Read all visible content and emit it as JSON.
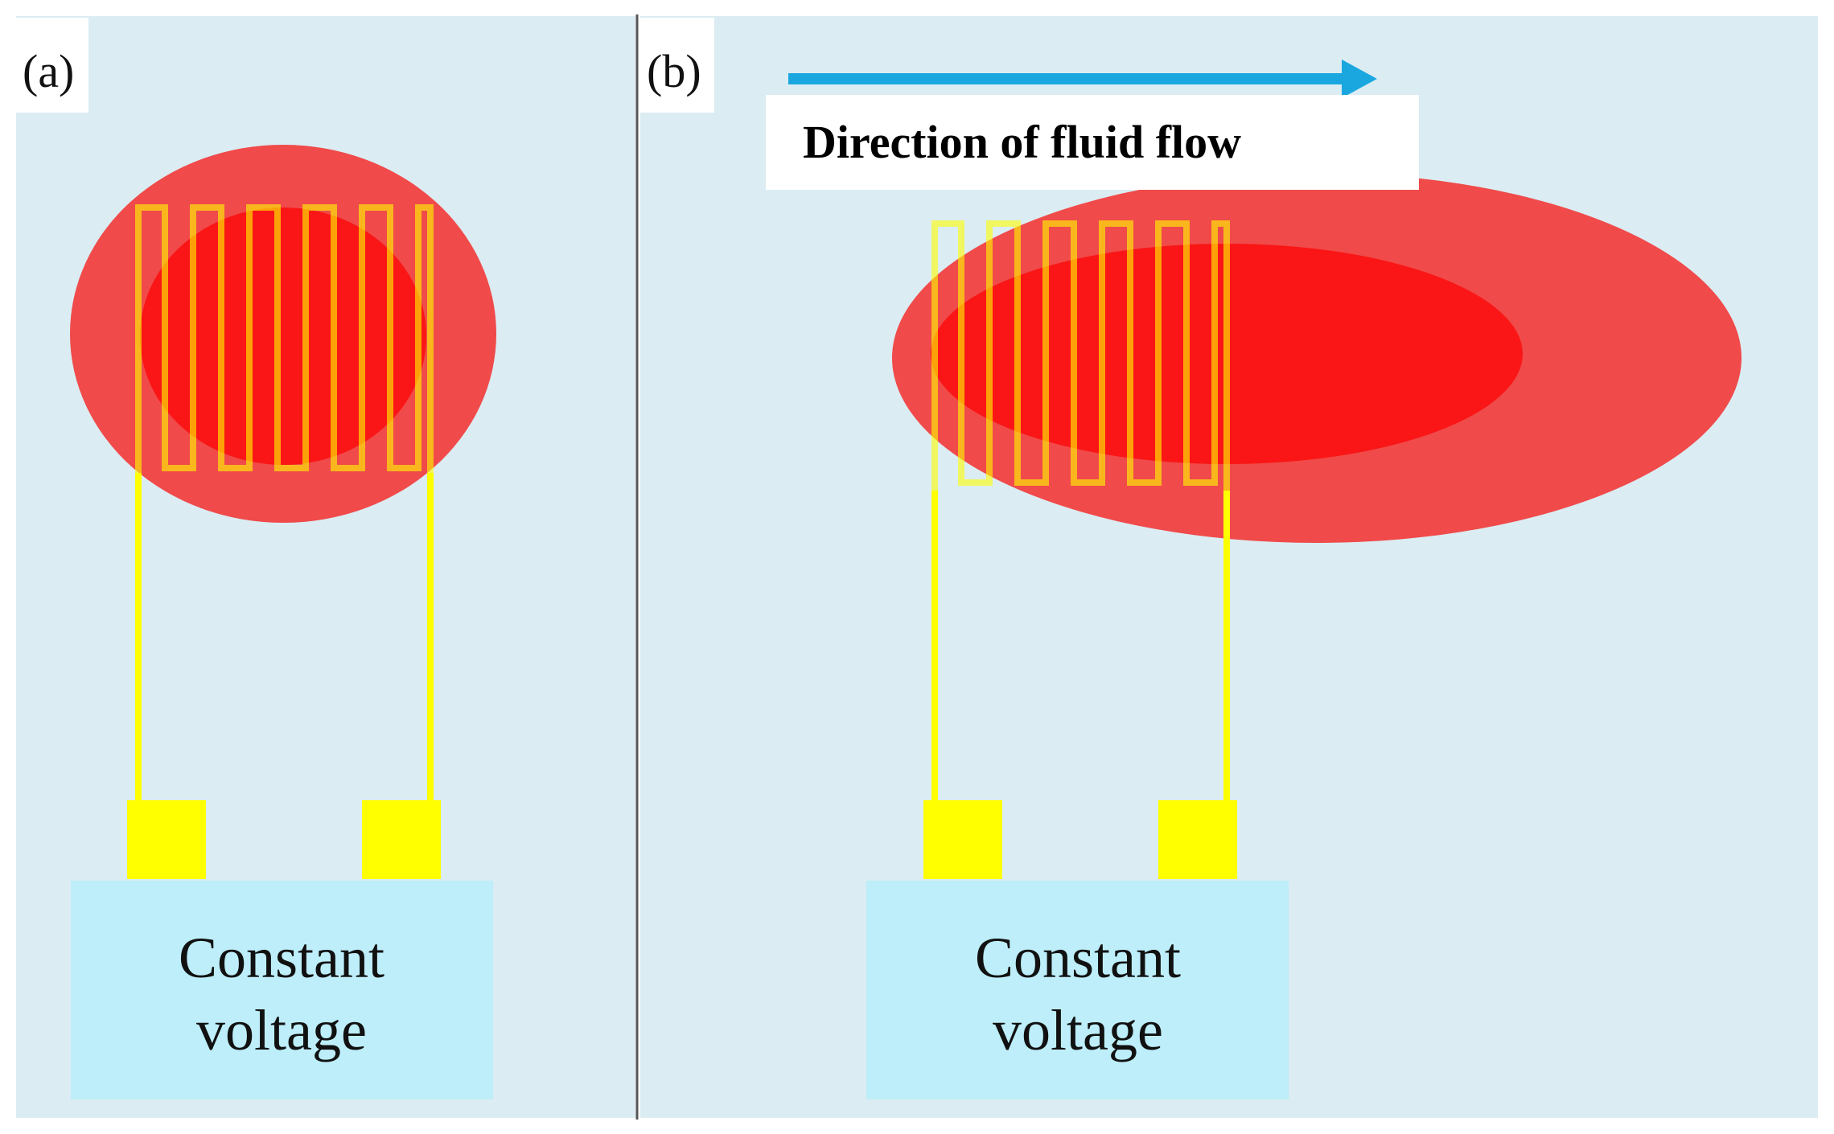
{
  "panels": {
    "a": {
      "label": "(a)",
      "power_box": {
        "line1": "Constant",
        "line2": "voltage"
      }
    },
    "b": {
      "label": "(b)",
      "flow_label": "Direction of fluid flow",
      "power_box": {
        "line1": "Constant",
        "line2": "voltage"
      }
    }
  },
  "colors": {
    "background": "#dbecf2",
    "heat_outer": "#f04a4a",
    "heat_inner": "#fa1616",
    "heater_wire": "#ffff00",
    "power_box": "#bdeef9",
    "flow_arrow": "#1aa7e0",
    "divider": "#555555"
  }
}
